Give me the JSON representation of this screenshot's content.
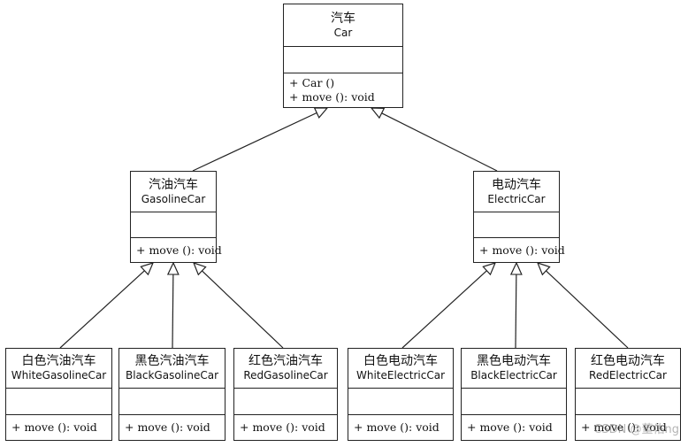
{
  "classes": {
    "car": {
      "cn": "汽车",
      "en": "Car",
      "ops": [
        "+ Car ()",
        "+ move (): void"
      ]
    },
    "gasoline": {
      "cn": "汽油汽车",
      "en": "GasolineCar",
      "ops": [
        "+ move (): void"
      ]
    },
    "electric": {
      "cn": "电动汽车",
      "en": "ElectricCar",
      "ops": [
        "+ move (): void"
      ]
    },
    "white_gasoline": {
      "cn": "白色汽油汽车",
      "en": "WhiteGasolineCar",
      "ops": [
        "+ move (): void"
      ]
    },
    "black_gasoline": {
      "cn": "黑色汽油汽车",
      "en": "BlackGasolineCar",
      "ops": [
        "+ move (): void"
      ]
    },
    "red_gasoline": {
      "cn": "红色汽油汽车",
      "en": "RedGasolineCar",
      "ops": [
        "+ move (): void"
      ]
    },
    "white_electric": {
      "cn": "白色电动汽车",
      "en": "WhiteElectricCar",
      "ops": [
        "+ move (): void"
      ]
    },
    "black_electric": {
      "cn": "黑色电动汽车",
      "en": "BlackElectricCar",
      "ops": [
        "+ move (): void"
      ]
    },
    "red_electric": {
      "cn": "红色电动汽车",
      "en": "RedElectricCar",
      "ops": [
        "+ move (): void"
      ]
    }
  },
  "watermark": "CSDN @董佑ng",
  "colors": {
    "line": "#222222",
    "background": "#ffffff"
  }
}
